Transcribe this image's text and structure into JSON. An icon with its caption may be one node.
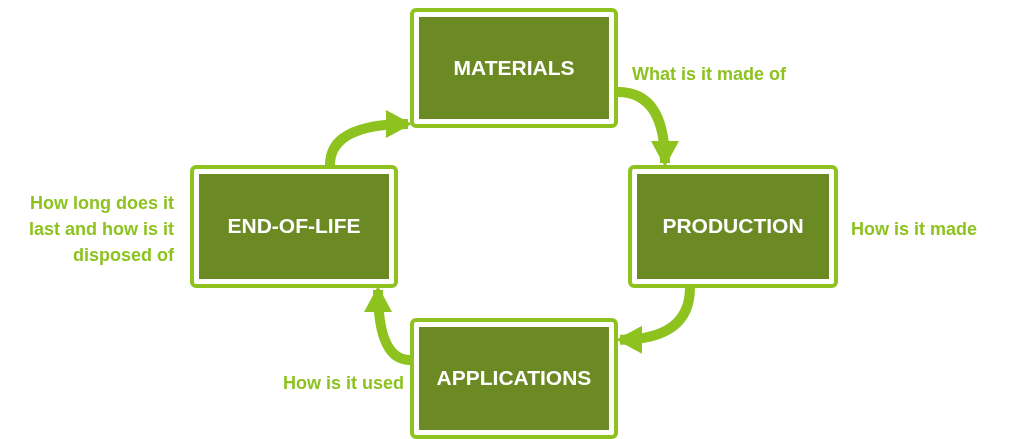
{
  "diagram": {
    "nodes": [
      {
        "text": [
          "MATERIALS"
        ],
        "beside": [
          "What is it made of"
        ]
      },
      {
        "text": [
          "PRODUCTION"
        ],
        "beside": [
          "How is it made"
        ]
      },
      {
        "text": [
          "APPLICATIONS"
        ],
        "beside": [
          "How is it used"
        ]
      },
      {
        "text": [
          "END-OF-LIFE"
        ],
        "beside": [
          "How long does it last and how is it disposed of"
        ]
      }
    ],
    "edges": [
      {
        "from": 3,
        "to": 0,
        "arrow": "to"
      },
      {
        "from": 0,
        "to": 1,
        "arrow": "to"
      },
      {
        "from": 1,
        "to": 2,
        "arrow": "to"
      },
      {
        "from": 2,
        "to": 3,
        "arrow": "to"
      }
    ]
  }
}
